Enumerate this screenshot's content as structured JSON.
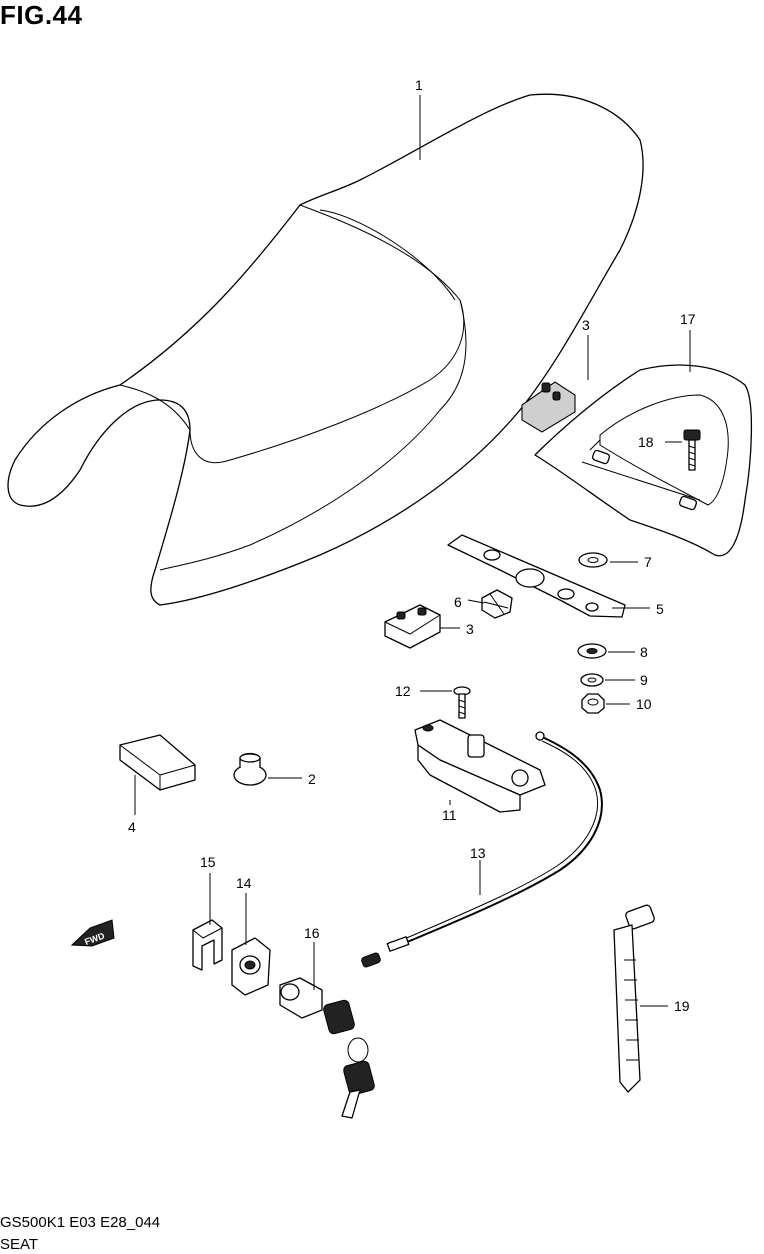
{
  "figure": {
    "title": "FIG.44",
    "diagram_code": "GS500K1 E03 E28_044",
    "section_name": "SEAT"
  },
  "direction_marker": {
    "text": "FWD",
    "icon": "fwd-arrow-icon"
  },
  "callouts": [
    {
      "id": "c1",
      "number": "1"
    },
    {
      "id": "c2",
      "number": "2"
    },
    {
      "id": "c3a",
      "number": "3"
    },
    {
      "id": "c3b",
      "number": "3"
    },
    {
      "id": "c4",
      "number": "4"
    },
    {
      "id": "c5",
      "number": "5"
    },
    {
      "id": "c6",
      "number": "6"
    },
    {
      "id": "c7",
      "number": "7"
    },
    {
      "id": "c8",
      "number": "8"
    },
    {
      "id": "c9",
      "number": "9"
    },
    {
      "id": "c10",
      "number": "10"
    },
    {
      "id": "c11",
      "number": "11"
    },
    {
      "id": "c12",
      "number": "12"
    },
    {
      "id": "c13",
      "number": "13"
    },
    {
      "id": "c14",
      "number": "14"
    },
    {
      "id": "c15",
      "number": "15"
    },
    {
      "id": "c16",
      "number": "16"
    },
    {
      "id": "c17",
      "number": "17"
    },
    {
      "id": "c18",
      "number": "18"
    },
    {
      "id": "c19",
      "number": "19"
    }
  ]
}
